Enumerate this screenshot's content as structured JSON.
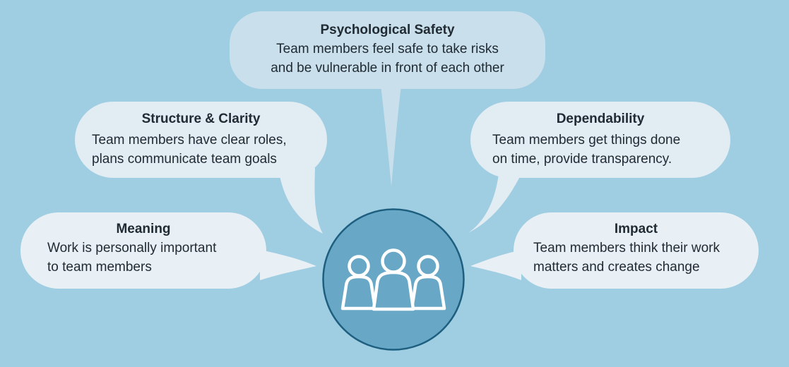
{
  "colors": {
    "bg": "#9fcde1",
    "bubble-top": "#c9e0ec",
    "bubble-mid": "#e1ecf3",
    "bubble-bottom": "#e8f0f5",
    "circle-fill": "#68a8c6",
    "circle-border": "#1e5f80",
    "icon-stroke": "#ffffff",
    "text": "#212b33"
  },
  "center": {
    "icon": "team-people-icon"
  },
  "bubbles": {
    "psychological_safety": {
      "title": "Psychological Safety",
      "body": "Team members feel safe to take risks\nand be vulnerable in front of each other"
    },
    "structure_clarity": {
      "title": "Structure & Clarity",
      "body": "Team members have clear roles,\nplans communicate team goals"
    },
    "dependability": {
      "title": "Dependability",
      "body": "Team members get things done\non time, provide transparency."
    },
    "meaning": {
      "title": "Meaning",
      "body": "Work is personally important\nto team members"
    },
    "impact": {
      "title": "Impact",
      "body": "Team members think their work\nmatters and creates change"
    }
  }
}
